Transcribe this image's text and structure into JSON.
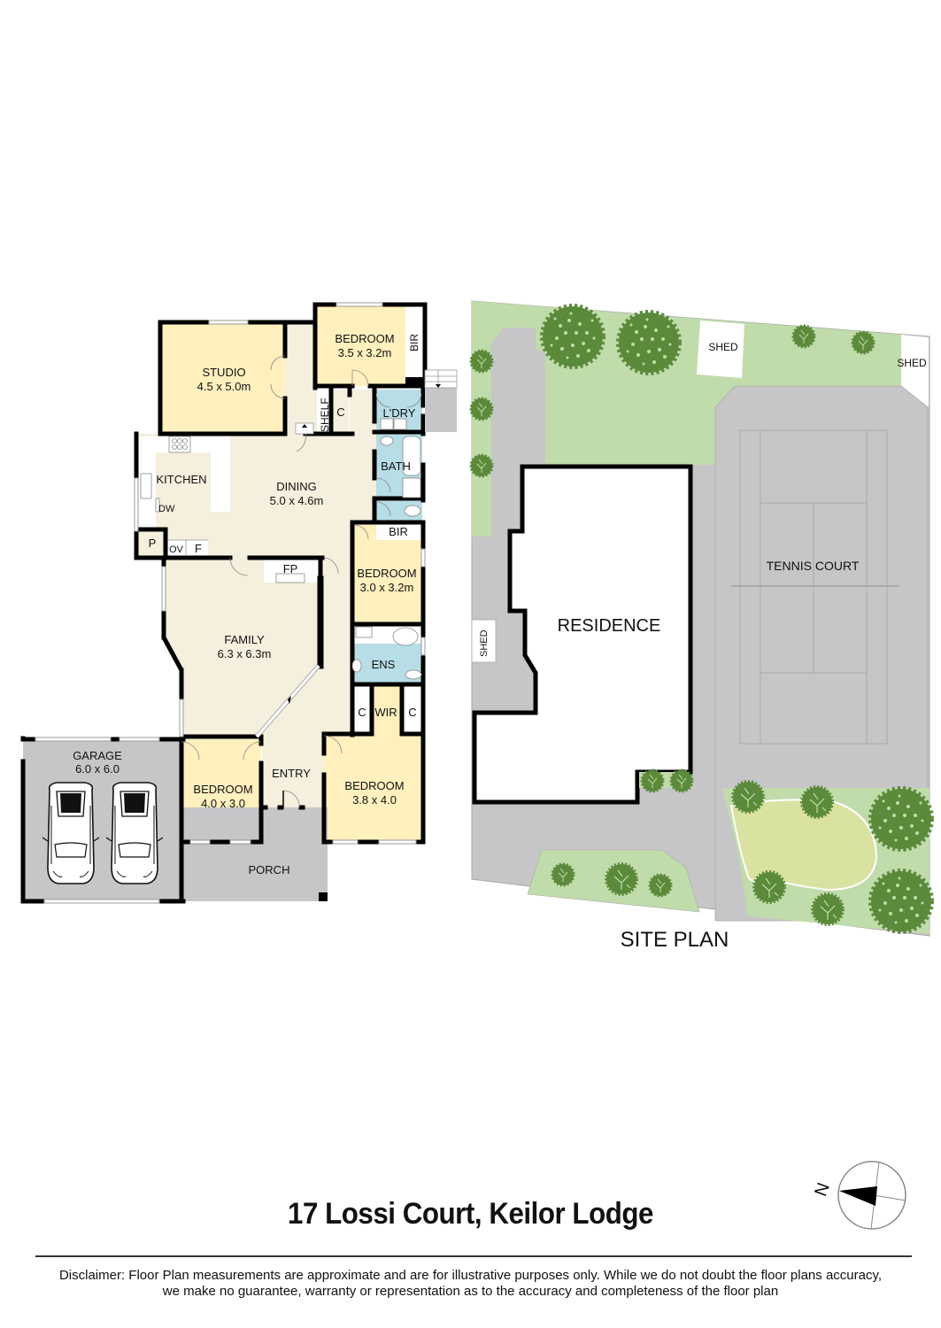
{
  "floor_plan": {
    "rooms": [
      {
        "id": "studio",
        "name": "STUDIO",
        "dims": "4.5 x 5.0m"
      },
      {
        "id": "bed1",
        "name": "BEDROOM",
        "dims": "3.5 x 3.2m"
      },
      {
        "id": "dining",
        "name": "DINING",
        "dims": "5.0 x 4.6m"
      },
      {
        "id": "kitchen",
        "name": "KITCHEN",
        "dims": ""
      },
      {
        "id": "bed2",
        "name": "BEDROOM",
        "dims": "3.0 x 3.2m"
      },
      {
        "id": "family",
        "name": "FAMILY",
        "dims": "6.3 x 6.3m"
      },
      {
        "id": "garage",
        "name": "GARAGE",
        "dims": "6.0 x 6.0"
      },
      {
        "id": "bed3",
        "name": "BEDROOM",
        "dims": "4.0 x 3.0"
      },
      {
        "id": "entry",
        "name": "ENTRY",
        "dims": ""
      },
      {
        "id": "bed4",
        "name": "BEDROOM",
        "dims": "3.8 x 4.0"
      },
      {
        "id": "porch",
        "name": "PORCH",
        "dims": ""
      }
    ],
    "small_labels": {
      "bir_top": "BIR",
      "shelf": "SHELF",
      "c_hall": "C",
      "laundry": "L'DRY",
      "bath": "BATH",
      "bir_mid": "BIR",
      "ens": "ENS",
      "wir": "WIR",
      "c_left": "C",
      "c_right": "C",
      "dw": "DW",
      "pantry": "P",
      "oven": "OV",
      "fridge": "F",
      "fireplace": "FP"
    }
  },
  "site_plan": {
    "title": "SITE PLAN",
    "labels": {
      "residence": "RESIDENCE",
      "tennis_court": "TENNIS COURT",
      "shed_top": "SHED",
      "shed_right": "SHED",
      "shed_left": "SHED"
    }
  },
  "compass": {
    "north_label": "N"
  },
  "footer": {
    "address": "17 Lossi Court, Keilor Lodge",
    "disclaimer_line1": "Disclaimer: Floor Plan measurements are approximate and are for illustrative purposes only. While we do not doubt the floor plans accuracy,",
    "disclaimer_line2": "we make no guarantee, warranty or representation as to the accuracy and completeness of the floor plan"
  },
  "colors": {
    "bedroom": "#FFF0BE",
    "living": "#F5EFDD",
    "wet": "#B7DDE6",
    "garage": "#C6C5C7",
    "wall": "#000000",
    "lawn": "#C0DCAA",
    "tree": "#5B8A3A",
    "paving": "#C6C5C7",
    "garden_bed": "#D9E2A0"
  }
}
